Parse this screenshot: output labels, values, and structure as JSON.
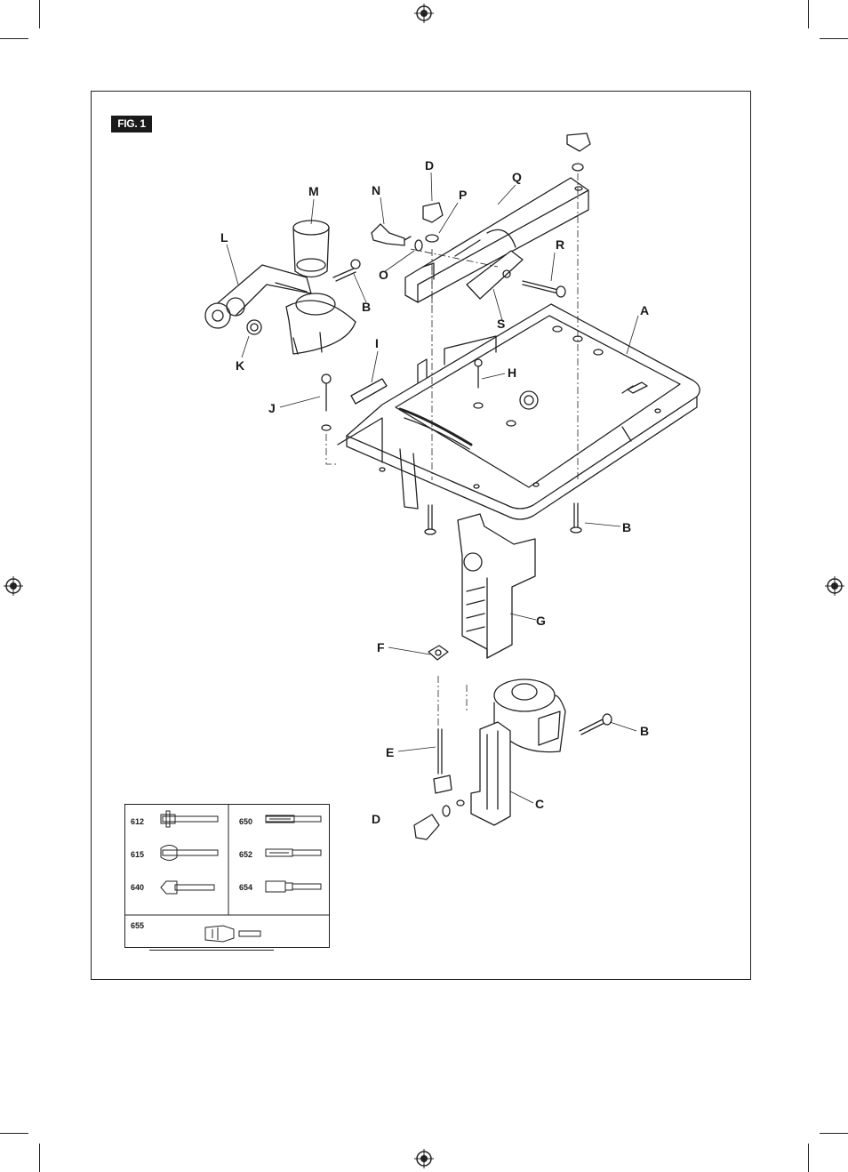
{
  "figure": {
    "label": "FIG. 1"
  },
  "parts": {
    "A": "A",
    "B": "B",
    "C": "C",
    "D": "D",
    "E": "E",
    "F": "F",
    "G": "G",
    "H": "H",
    "I": "I",
    "J": "J",
    "K": "K",
    "L": "L",
    "M": "M",
    "N": "N",
    "O": "O",
    "P": "P",
    "Q": "Q",
    "R": "R",
    "S": "S"
  },
  "bits_table": {
    "left_column": [
      "612",
      "615",
      "640"
    ],
    "right_column": [
      "650",
      "652",
      "654"
    ],
    "bottom_row": [
      "655"
    ]
  }
}
